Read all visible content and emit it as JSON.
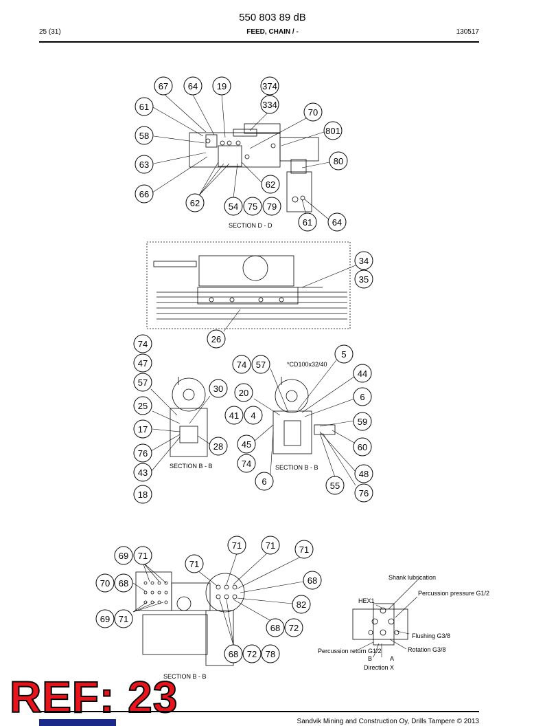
{
  "header": {
    "doc_number": "550 803 89 dB",
    "page": "25 (31)",
    "section_title": "FEED, CHAIN / -",
    "date_code": "130517"
  },
  "labels": {
    "section_dd": "SECTION  D - D",
    "section_bb_1": "SECTION  B - B",
    "section_bb_2": "SECTION  B - B",
    "section_bb_3": "SECTION  B - B",
    "cd_note": "*CD100x32/40",
    "shank_lubrication": "Shank lubrication",
    "percussion_pressure": "Percussion pressure G1/2",
    "hex1": "HEX1",
    "flushing": "Flushing G3/8",
    "rotation": "Rotation G3/8",
    "percussion_return": "Percussion return G1/2",
    "port_b": "B",
    "port_a": "A",
    "direction_x": "Direction  X"
  },
  "bubbles_dd": [
    "67",
    "64",
    "19",
    "374",
    "61",
    "334",
    "70",
    "58",
    "801",
    "63",
    "80",
    "62",
    "66",
    "62",
    "54",
    "75",
    "79",
    "61",
    "64"
  ],
  "bubbles_mid": [
    "34",
    "35",
    "26"
  ],
  "bubbles_bb": [
    "74",
    "47",
    "57",
    "30",
    "25",
    "17",
    "28",
    "76",
    "43",
    "18",
    "74",
    "57",
    "5",
    "44",
    "20",
    "6",
    "41",
    "4",
    "59",
    "45",
    "60",
    "74",
    "6",
    "48",
    "55",
    "76"
  ],
  "bubbles_bot": [
    "71",
    "71",
    "71",
    "69",
    "71",
    "71",
    "70",
    "68",
    "68",
    "82",
    "69",
    "71",
    "68",
    "72",
    "68",
    "72",
    "78"
  ],
  "watermark": "REF: 23",
  "footer": {
    "copyright": "Sandvik Mining and Construction Oy, Drills Tampere © 2013"
  }
}
